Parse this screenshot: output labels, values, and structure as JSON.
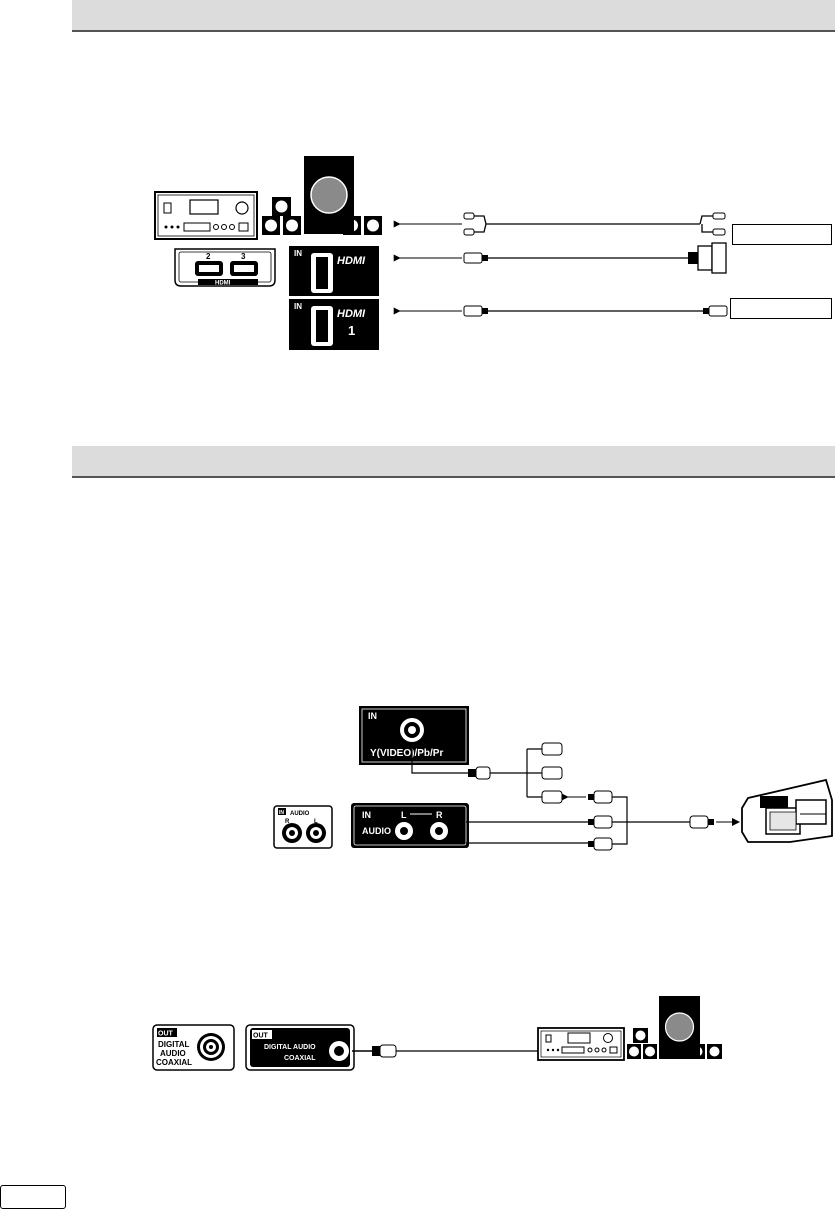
{
  "sections": {
    "top_title": "",
    "middle_title": ""
  },
  "hdmi_panel": {
    "in_label": "IN",
    "logo": "HDMI",
    "port2": "2",
    "port3": "3",
    "port1": "1",
    "small_logo": "HDMI"
  },
  "external_devices": {
    "box1_label": "",
    "box2_label": ""
  },
  "component_panel": {
    "in_label": "IN",
    "jack_label": "Y(VIDEO)/Pb/Pr"
  },
  "audio_panel": {
    "in_label": "IN",
    "audio_label": "AUDIO",
    "left": "L",
    "right": "R",
    "small_in": "IN",
    "small_audio": "AUDIO",
    "small_r": "R",
    "small_l": "L"
  },
  "digital_panel": {
    "out_label": "OUT",
    "line1": "DIGITAL",
    "line2": "AUDIO",
    "line3": "COAXIAL",
    "wide_out": "OUT",
    "wide_line1": "DIGITAL AUDIO",
    "wide_line2": "COAXIAL"
  },
  "page_number": "",
  "icons": [
    "amplifier-icon",
    "speaker-icon",
    "subwoofer-icon",
    "hdmi-plug-icon",
    "dvi-plug-icon",
    "rca-plug-icon",
    "camcorder-icon",
    "coaxial-plug-icon",
    "arrow-left-icon",
    "arrow-right-icon"
  ],
  "colors": {
    "section_bar": "#dcdcdc",
    "subwoofer_cone": "#8a8a8a",
    "panel": "#000000"
  }
}
